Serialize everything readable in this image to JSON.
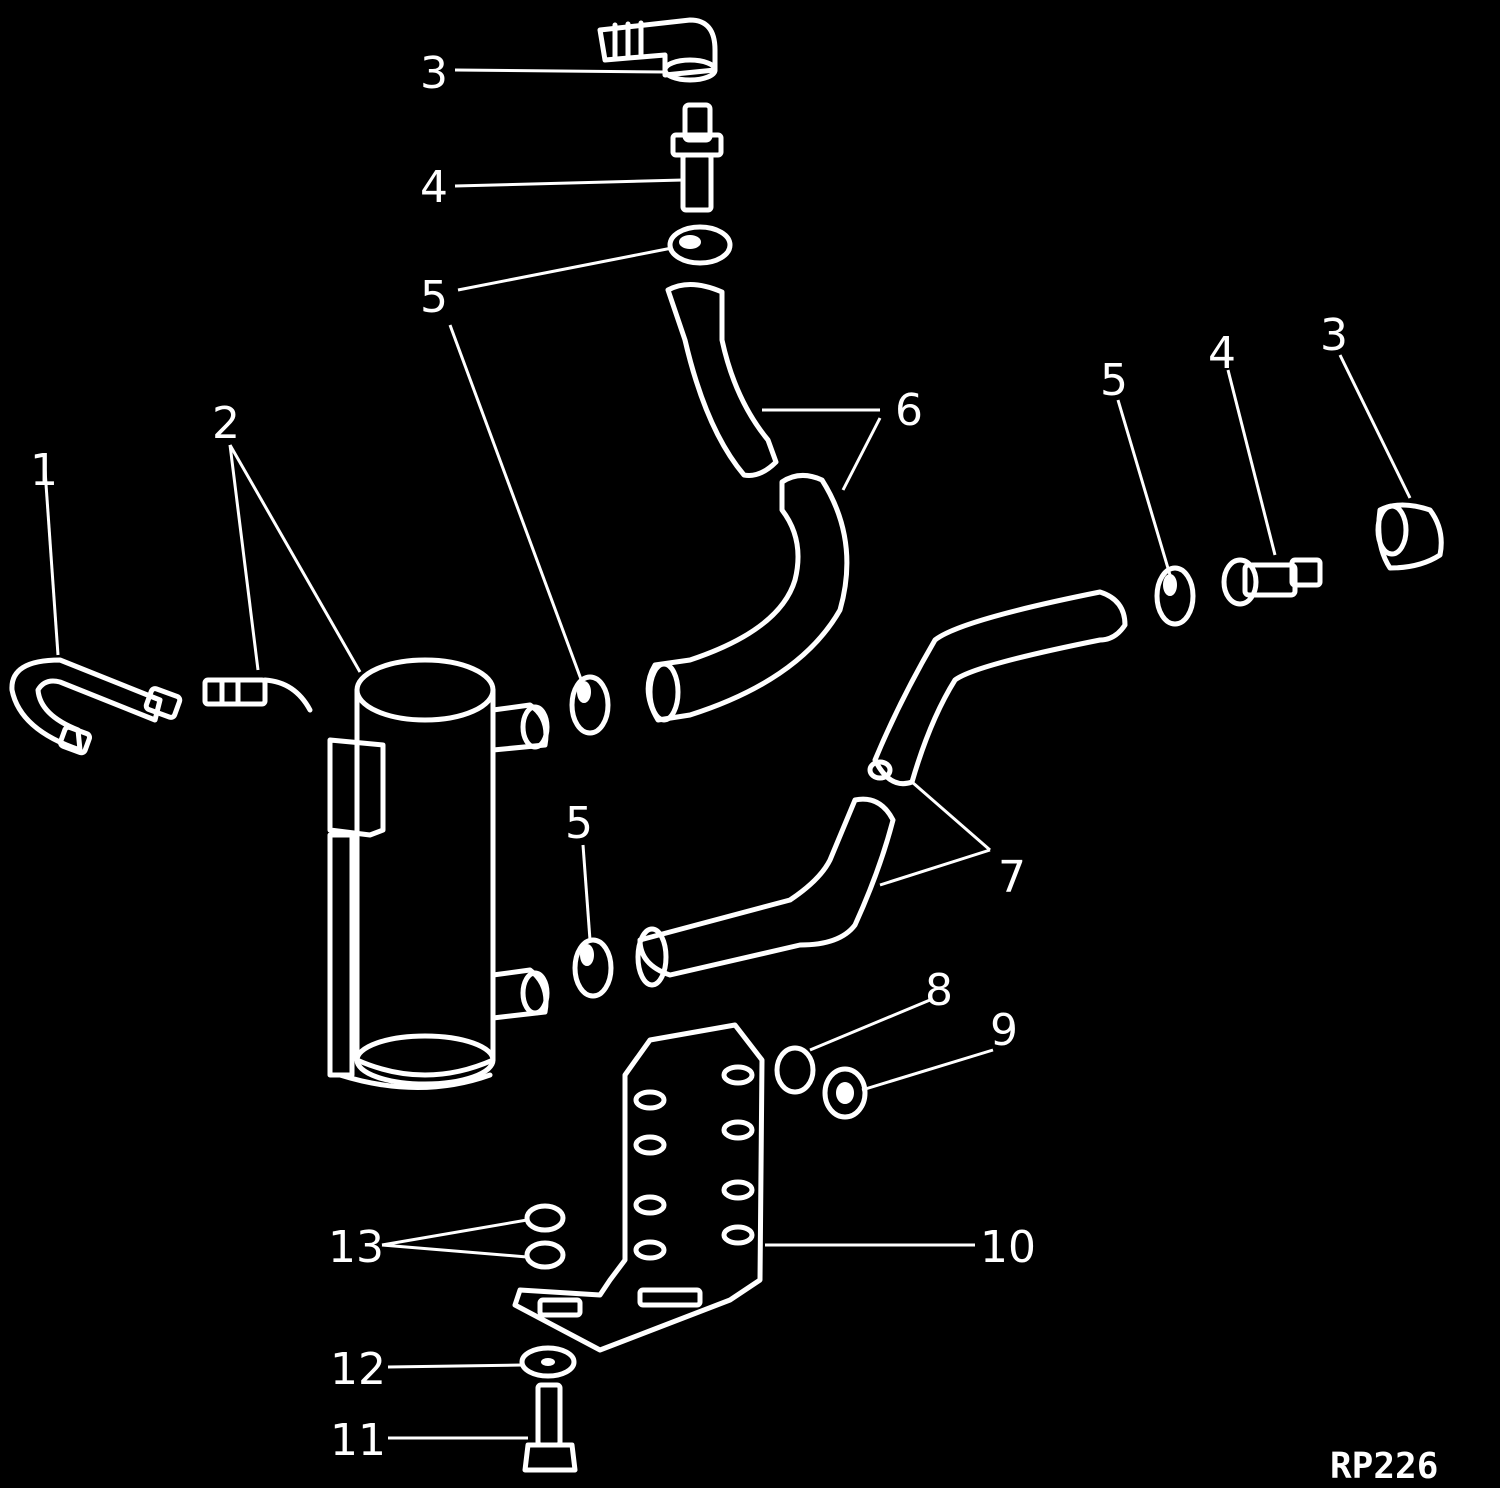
{
  "diagram": {
    "figure_code": "RP226",
    "background": "#000000",
    "foreground": "#ffffff",
    "callouts": [
      {
        "id": "c3a",
        "text": "3"
      },
      {
        "id": "c4a",
        "text": "4"
      },
      {
        "id": "c5a",
        "text": "5"
      },
      {
        "id": "c6",
        "text": "6"
      },
      {
        "id": "c5b",
        "text": "5"
      },
      {
        "id": "c4b",
        "text": "4"
      },
      {
        "id": "c3b",
        "text": "3"
      },
      {
        "id": "c2",
        "text": "2"
      },
      {
        "id": "c1",
        "text": "1"
      },
      {
        "id": "c5c",
        "text": "5"
      },
      {
        "id": "c7",
        "text": "7"
      },
      {
        "id": "c8",
        "text": "8"
      },
      {
        "id": "c9",
        "text": "9"
      },
      {
        "id": "c10",
        "text": "10"
      },
      {
        "id": "c13",
        "text": "13"
      },
      {
        "id": "c12",
        "text": "12"
      },
      {
        "id": "c11",
        "text": "11"
      }
    ]
  }
}
